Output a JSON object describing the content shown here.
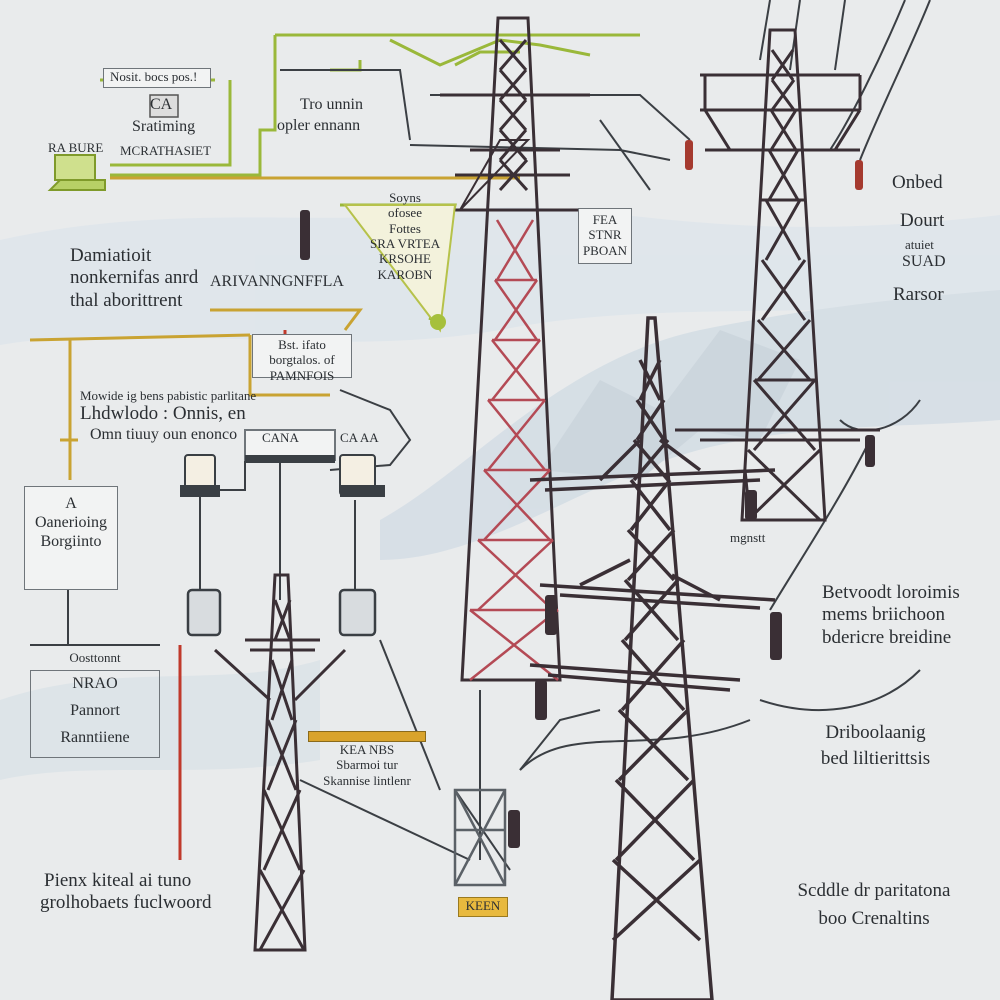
{
  "labels": {
    "top_left_box": "Nosit. bocs pos.!",
    "ca_tag": "CA",
    "sratiming": "Sratiming",
    "nicrathasiet": "MCRATHASIET",
    "ra_bure": "RA BURE",
    "tro_unnin": "Tro unnin",
    "opler_ennann": "opler ennann",
    "station_box": [
      "Soyns",
      "ofosee",
      "Fottes",
      "SRA VRTEA",
      "KRSOHE",
      "KAROBN"
    ],
    "fa_box": [
      "FEA",
      "STNR",
      "PBOAN"
    ],
    "damiatioit": [
      "Damiatioit",
      "nonkernifas anrd",
      "thal aborittrent"
    ],
    "arrivanng": "ARIVANNGNFFLA",
    "mid_box": [
      "Bst. ifato",
      "borgtalos. of",
      "PAMNFOIS"
    ],
    "lunnings": [
      "Mowide ig bens pabistic parlitane",
      "Lhdwlodo : Onnis, en",
      "Omn tiuuy oun enonco"
    ],
    "small_tag_left": "CANA",
    "small_tag_right": "CA AA",
    "operating_box": [
      "A",
      "Oanerioing",
      "Borgiinto"
    ],
    "left_lower_box": [
      "Oosttonnt",
      "NRAO",
      "Pannort",
      "Ranntiiene"
    ],
    "yellow_tag": [
      "KEA NBS",
      "Sbarmoi tur",
      "Skannise lintlenr"
    ],
    "keen_tag": "KEEN",
    "bottom_left": [
      "Pienx kiteal ai tuno",
      "grolhobaets fuclwoord"
    ],
    "right_top": [
      "Onbed",
      "Dourt",
      "atuiet",
      "SUAD",
      "Rarsor"
    ],
    "right_mid": [
      "Betvoodt loroimis",
      "mems briichoon",
      "bdericre breidine"
    ],
    "right_lower": [
      "Driboolaanig",
      "bed liltierittsis"
    ],
    "right_bottom": [
      "Scddle dr paritatona",
      "boo Crenaltins"
    ],
    "mid_tag": "mgnstt"
  },
  "colors": {
    "background": "#e9ebec",
    "tower": "#3a2f35",
    "tower_red": "#b44a55",
    "wire_green": "#9ab83a",
    "wire_gold": "#c9a332",
    "wire_dark": "#3b3f44",
    "wire_red": "#c0392b",
    "hill": "#dde5ea"
  },
  "icons": [
    "transmission-tower-icon",
    "insulator-icon",
    "transformer-icon",
    "monitor-icon"
  ]
}
